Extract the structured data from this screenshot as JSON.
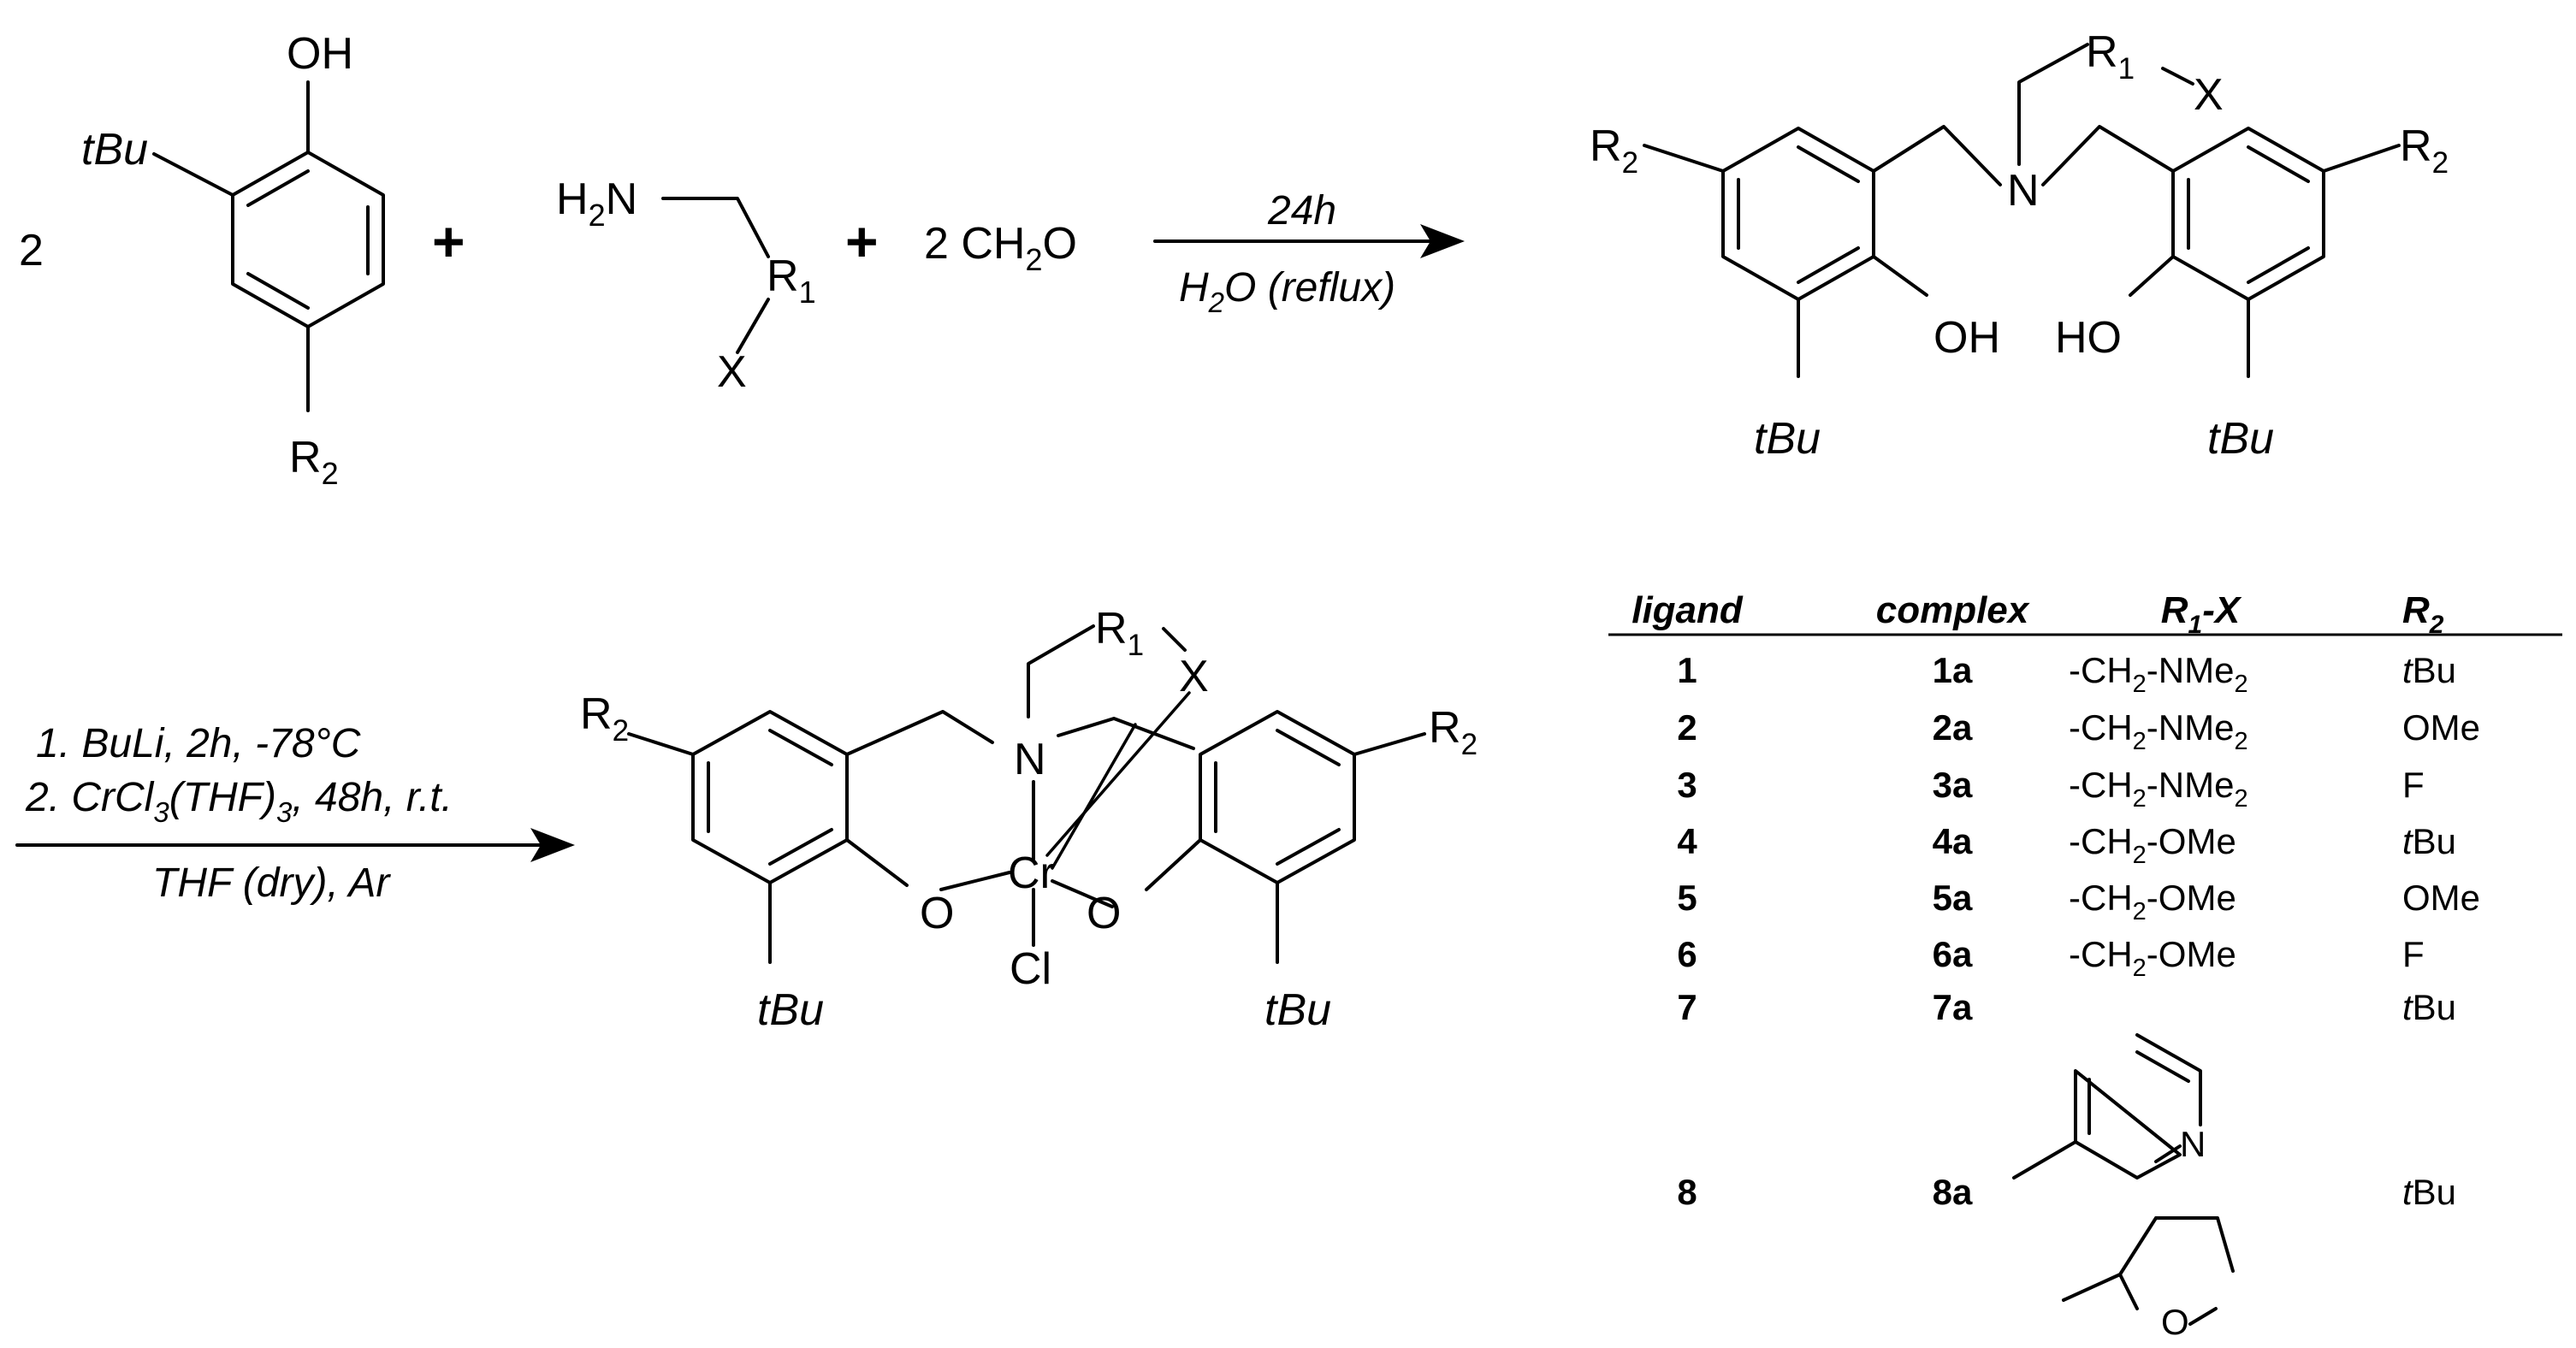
{
  "reaction_1": {
    "phenol_coefficient": "2",
    "plus": "+",
    "phenol": {
      "oh": "OH",
      "tbu": "tBu",
      "r2_base": "R",
      "r2_sub": "2"
    },
    "amine": {
      "h": "H",
      "h_sub": "2",
      "n": "N",
      "r1_base": "R",
      "r1_sub": "1",
      "x": "X"
    },
    "formaldehyde": {
      "coef": "2 CH",
      "sub": "2",
      "tail": "O"
    },
    "conditions_top": "24h",
    "conditions_bottom": {
      "h": "H",
      "sub": "2",
      "rest": "O (reflux)"
    }
  },
  "ligand_product": {
    "r2_left_base": "R",
    "r2_left_sub": "2",
    "r2_right_base": "R",
    "r2_right_sub": "2",
    "n": "N",
    "r1_base": "R",
    "r1_sub": "1",
    "x": "X",
    "oh_left": "OH",
    "oh_right": "HO",
    "tbu_left": "tBu",
    "tbu_right": "tBu"
  },
  "reaction_2": {
    "step1": "1. BuLi, 2h, -78°C",
    "step2": {
      "pre": "2. CrCl",
      "sub1": "3",
      "mid": "(THF)",
      "sub2": "3",
      "post": ", 48h, r.t."
    },
    "step3": "THF (dry), Ar"
  },
  "complex_product": {
    "r2_left_base": "R",
    "r2_left_sub": "2",
    "r2_right_base": "R",
    "r2_right_sub": "2",
    "n": "N",
    "r1_base": "R",
    "r1_sub": "1",
    "x": "X",
    "cr": "Cr",
    "o_left": "O",
    "o_right": "O",
    "cl": "Cl",
    "tbu_left": "tBu",
    "tbu_right": "tBu"
  },
  "table": {
    "headers": {
      "ligand": "ligand",
      "complex": "complex",
      "r1x": {
        "r": "R",
        "sub": "1",
        "rest": "-X"
      },
      "r2": {
        "r": "R",
        "sub": "2"
      }
    },
    "rows": [
      {
        "ligand": "1",
        "complex": "1a",
        "r1x": {
          "a": "-CH",
          "s1": "2",
          "b": "-NMe",
          "s2": "2"
        },
        "r2": {
          "italic": "t",
          "plain": "Bu"
        }
      },
      {
        "ligand": "2",
        "complex": "2a",
        "r1x": {
          "a": "-CH",
          "s1": "2",
          "b": "-NMe",
          "s2": "2"
        },
        "r2": {
          "italic": "",
          "plain": "OMe"
        }
      },
      {
        "ligand": "3",
        "complex": "3a",
        "r1x": {
          "a": "-CH",
          "s1": "2",
          "b": "-NMe",
          "s2": "2"
        },
        "r2": {
          "italic": "",
          "plain": "F"
        }
      },
      {
        "ligand": "4",
        "complex": "4a",
        "r1x": {
          "a": "-CH",
          "s1": "2",
          "b": "-OMe",
          "s2": ""
        },
        "r2": {
          "italic": "t",
          "plain": "Bu"
        }
      },
      {
        "ligand": "5",
        "complex": "5a",
        "r1x": {
          "a": "-CH",
          "s1": "2",
          "b": "-OMe",
          "s2": ""
        },
        "r2": {
          "italic": "",
          "plain": "OMe"
        }
      },
      {
        "ligand": "6",
        "complex": "6a",
        "r1x": {
          "a": "-CH",
          "s1": "2",
          "b": "-OMe",
          "s2": ""
        },
        "r2": {
          "italic": "",
          "plain": "F"
        }
      },
      {
        "ligand": "7",
        "complex": "7a",
        "r1x_structure": {
          "heteroatom": "N"
        },
        "r2": {
          "italic": "t",
          "plain": "Bu"
        }
      },
      {
        "ligand": "8",
        "complex": "8a",
        "r1x_structure": {
          "heteroatom": "O"
        },
        "r2": {
          "italic": "t",
          "plain": "Bu"
        }
      }
    ]
  }
}
